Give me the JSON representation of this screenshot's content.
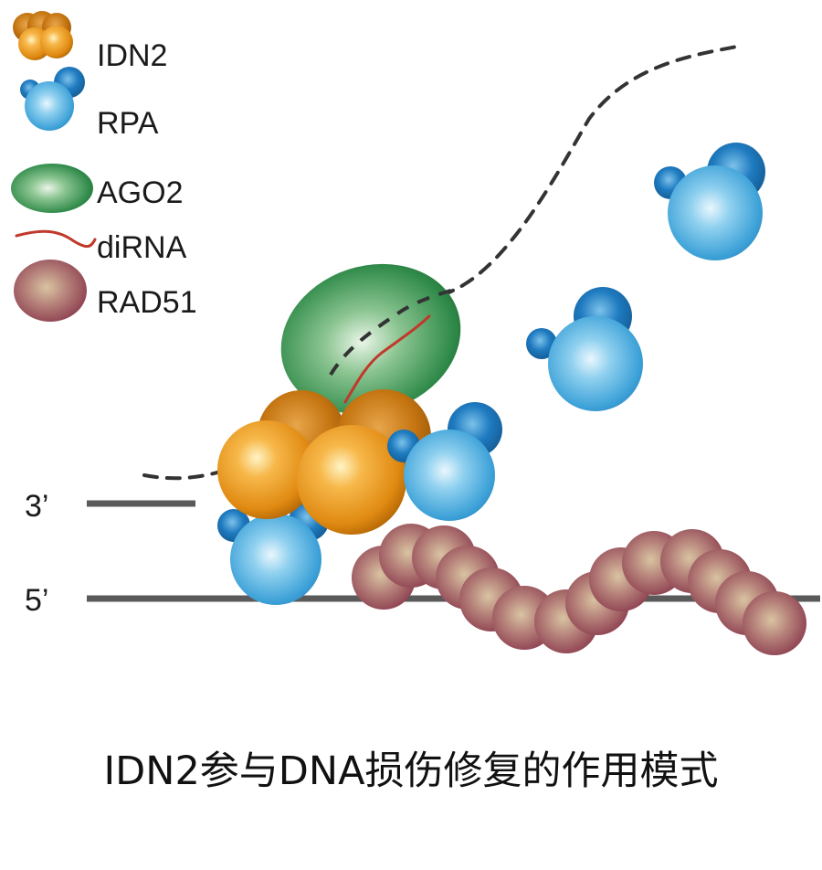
{
  "legend": {
    "idn2": "IDN2",
    "rpa": "RPA",
    "ago2": "AGO2",
    "dirna": "diRNA",
    "rad51": "RAD51"
  },
  "strands": {
    "three_prime": "3’",
    "five_prime": "5’"
  },
  "caption": "IDN2参与DNA损伤修复的作用模式",
  "colors": {
    "idn2": "#e8951c",
    "rpa": "#3fa5db",
    "rpa_dark": "#1f7bc0",
    "ago2": "#2e8b4a",
    "dirna": "#c0392b",
    "rad51": "#9a4a58",
    "dna": "#5a5a5a",
    "broken_strand": "#333333"
  }
}
